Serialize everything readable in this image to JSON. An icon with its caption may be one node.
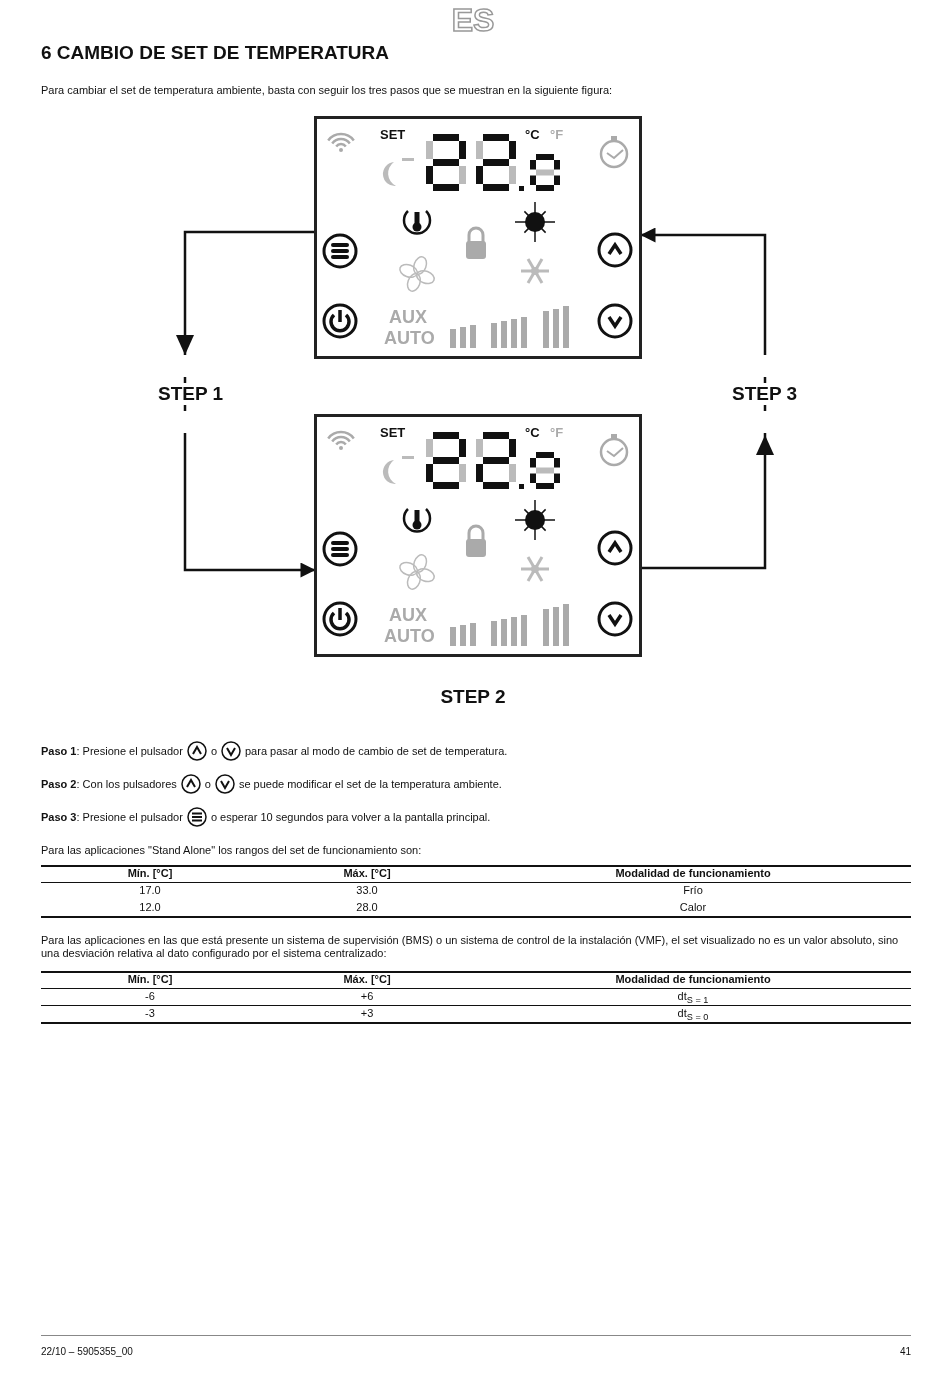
{
  "diagram": {
    "title": "6 CAMBIO DE SET DE TEMPERATURA",
    "nodes": [
      {
        "text": [
          "SET",
          "°C",
          "°F",
          "AUX",
          "AUTO"
        ]
      },
      {
        "text": [
          "SET",
          "°C",
          "°F",
          "AUX",
          "AUTO"
        ]
      }
    ],
    "edges": [
      {
        "from": 0,
        "to": 1,
        "arrow": "to",
        "label": "STEP 1"
      },
      {
        "from": 1,
        "to": 0,
        "arrow": "to",
        "label": "STEP 3"
      }
    ],
    "labels": [
      "ES",
      "Para cambiar el set de temperatura ambiente, basta con seguir los tres pasos que se muestran en la siguiente figura:",
      "STEP 2",
      "**Paso 1**: Presione el pulsador",
      "o",
      "para pasar al modo de cambio de set de temperatura.",
      "**Paso 2**: Con los pulsadores",
      "o",
      "se puede modificar el set de la temperatura ambiente.",
      "**Paso 3**: Presione el pulsador",
      "o esperar 10 segundos para volver a la pantalla principal.",
      "Para las aplicaciones \"Stand Alone\" los rangos del set de funcionamiento son:",
      "Mín. [°C]",
      "Máx. [°C]",
      "Modalidad de funcionamiento",
      "17.0",
      "33.0",
      "Frío",
      "12.0",
      "28.0",
      "Calor",
      "Para las aplicaciones en las que está presente un sistema de supervisión (BMS) o un sistema de control de la instalación (VMF), el set visualizado no es un valor absoluto, sino una desviación relativa al dato configurado por el sistema centralizado:",
      "Mín. [°C]",
      "Máx. [°C]",
      "Modalidad de funcionamiento",
      "-6",
      "+6",
      "dt$_{S = 1}$",
      "-3",
      "+3",
      "dt$_{S = 0}$",
      "22/10 – 5905355_00",
      "41"
    ]
  }
}
